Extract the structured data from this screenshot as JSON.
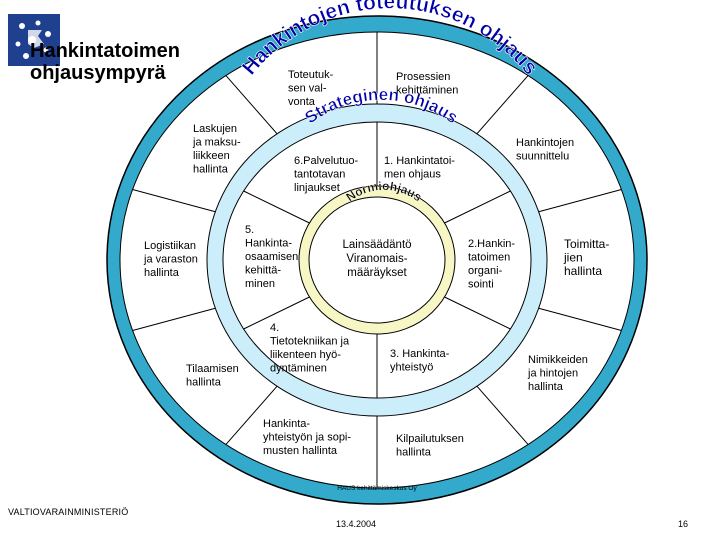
{
  "title_line1": "Hankintatoimen",
  "title_line2": "ohjausympyrä",
  "ring_outer_label": "Hankintojen toteutuksen ohjaus",
  "ring_middle_label": "Strateginen ohjaus",
  "ring_inner_label": "Normiohjaus",
  "center_lines": [
    "Lainsäädäntö",
    "Viranomais-",
    "määräykset"
  ],
  "outer_sectors": [
    {
      "lines": [
        "Prosessien",
        "kehittäminen"
      ]
    },
    {
      "lines": [
        "Hankintojen",
        "suunnittelu"
      ]
    },
    {
      "lines": [
        "Toimitta-",
        "jien",
        "hallinta"
      ]
    },
    {
      "lines": [
        "Nimikkeiden",
        "ja hintojen",
        "hallinta"
      ]
    },
    {
      "lines": [
        "Kilpailutuksen",
        "hallinta"
      ]
    },
    {
      "lines": [
        "Hankinta-",
        "yhteistyön ja sopi-",
        "musten hallinta"
      ]
    },
    {
      "lines": [
        "Tilaamisen",
        "hallinta"
      ]
    },
    {
      "lines": [
        "Logistiikan",
        "ja varaston",
        "hallinta"
      ]
    },
    {
      "lines": [
        "Laskujen",
        "ja maksu-",
        "liikkeen",
        "hallinta"
      ]
    },
    {
      "lines": [
        "Toteutuk-",
        "sen val-",
        "vonta"
      ]
    }
  ],
  "inner_sectors": [
    {
      "lines": [
        "1. Hankintatoi-",
        "men ohjaus"
      ]
    },
    {
      "lines": [
        "2.Hankin-",
        "tatoimen",
        "organi-",
        "sointi"
      ]
    },
    {
      "lines": [
        "3. Hankinta-",
        "yhteistyö"
      ]
    },
    {
      "lines": [
        "4.",
        "Tietotekniikan ja",
        "liikenteen hyö-",
        "dyntäminen"
      ]
    },
    {
      "lines": [
        "5.",
        "Hankinta-",
        "osaamisen",
        "kehittä-",
        "minen"
      ]
    },
    {
      "lines": [
        "6.Palvelutuo-",
        "tantotavan",
        "linjaukset"
      ]
    }
  ],
  "credit": "HAUS kehittämiskeskus Oy",
  "footer_org": "VALTIOVARAINMINISTERIÖ",
  "footer_date": "13.4.2004",
  "footer_page": "16",
  "colors": {
    "outer_ring": "#33AACC",
    "middle_ring": "#CCEEFA",
    "inner_ring": "#F7F7C6",
    "ring_text": "#0000AA",
    "lines": "#000000"
  }
}
